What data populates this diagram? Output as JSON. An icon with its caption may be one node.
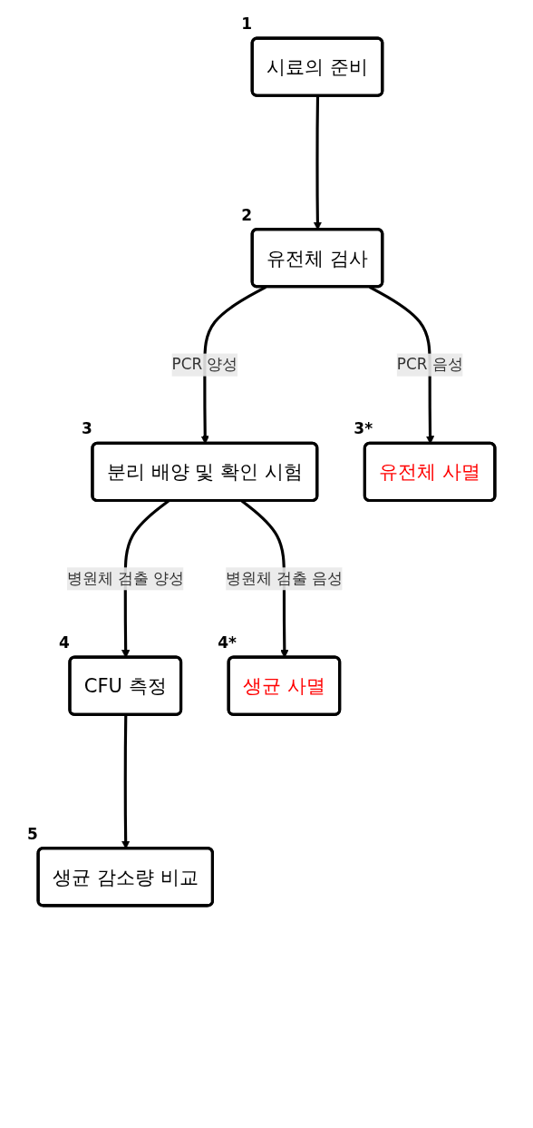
{
  "diagram": {
    "nodes": [
      {
        "text": [
          "시료의 준비"
        ],
        "beside": [
          "1"
        ]
      },
      {
        "text": [
          "유전체 검사"
        ],
        "beside": [
          "2"
        ]
      },
      {
        "text": [
          "분리 배양 및 확인 시험"
        ],
        "beside": [
          "3"
        ]
      },
      {
        "text": [
          "유전체 사멸"
        ],
        "beside": [
          "3*"
        ]
      },
      {
        "text": [
          "CFU 측정"
        ],
        "beside": [
          "4"
        ]
      },
      {
        "text": [
          "생균 사멸"
        ],
        "beside": [
          "4*"
        ]
      },
      {
        "text": [
          "생균 감소량 비교"
        ],
        "beside": [
          "5"
        ]
      }
    ],
    "edges": [
      {
        "from": 0,
        "to": 1,
        "arrow": "to"
      },
      {
        "from": 1,
        "to": 2,
        "arrow": "to",
        "label": "PCR 양성"
      },
      {
        "from": 1,
        "to": 3,
        "arrow": "to",
        "label": "PCR 음성"
      },
      {
        "from": 2,
        "to": 4,
        "arrow": "to",
        "label": "병원체 검출 양성"
      },
      {
        "from": 2,
        "to": 5,
        "arrow": "to",
        "label": "병원체 검출 음성"
      },
      {
        "from": 4,
        "to": 6,
        "arrow": "to"
      }
    ]
  }
}
